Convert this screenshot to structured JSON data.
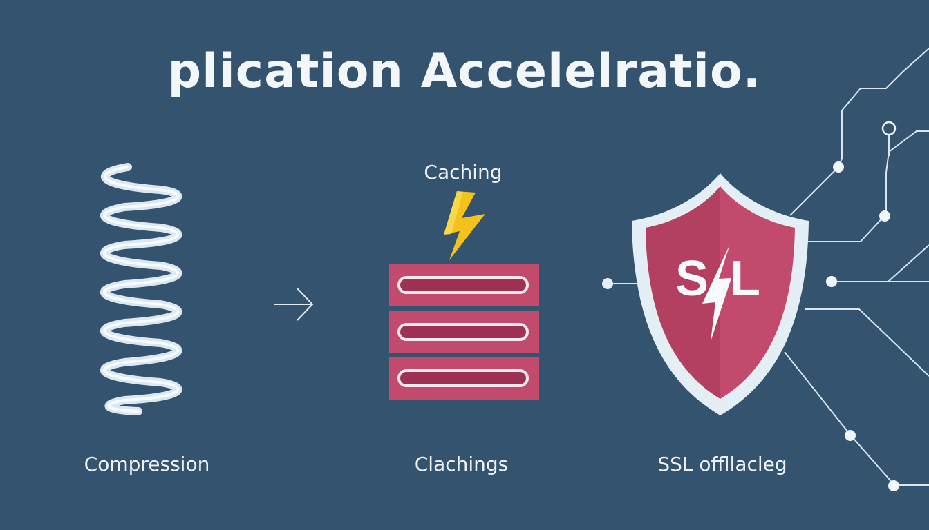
{
  "title": "plication Accelelratio.",
  "items": {
    "compression": {
      "label": "Compression",
      "icon": "spring-coil-icon"
    },
    "caching": {
      "top_label": "Caching",
      "label": "Clachings",
      "icon": "server-stack-icon",
      "bolt_icon": "lightning-bolt-icon"
    },
    "ssl": {
      "label": "SSL offllacleg",
      "shield_text": "S",
      "shield_text_2": "L",
      "icon": "shield-icon"
    }
  },
  "colors": {
    "background": "#33536f",
    "accent_pink": "#c24b6d",
    "accent_yellow": "#f3c21d",
    "light": "#f1f5f8"
  }
}
